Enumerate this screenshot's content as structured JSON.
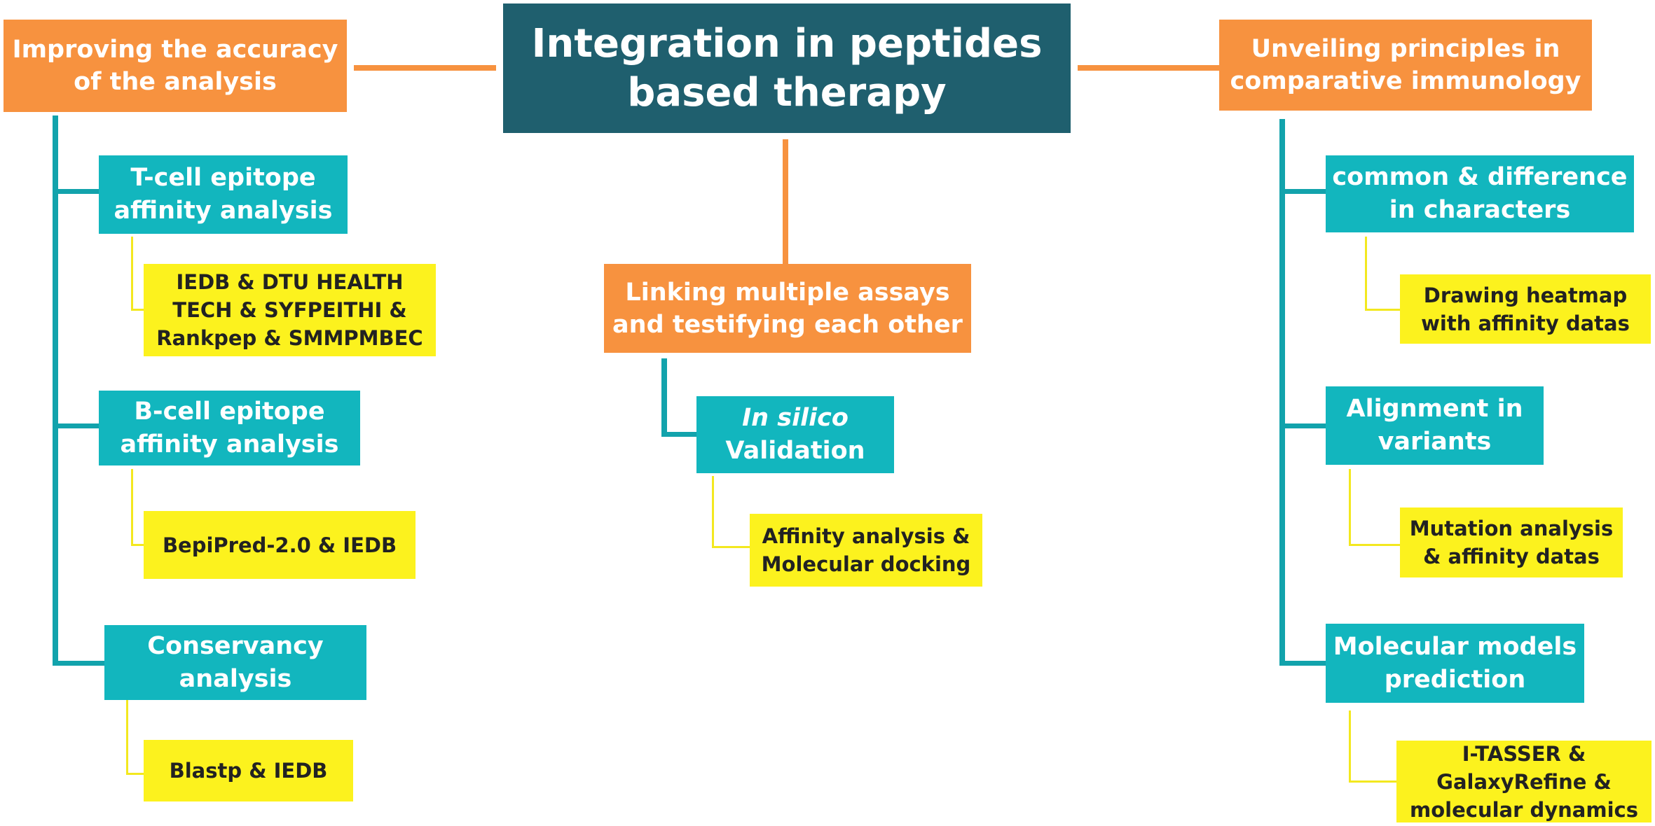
{
  "colors": {
    "title_bg": "#1F5F6E",
    "orange": "#F7923F",
    "teal": "#12B6BE",
    "yellow": "#FCF21E"
  },
  "title": {
    "line1": "Integration in peptides",
    "line2": "based therapy"
  },
  "left": {
    "header": {
      "line1": "Improving the accuracy",
      "line2": "of the analysis"
    },
    "items": [
      {
        "label": {
          "line1": "T-cell epitope",
          "line2": "affinity analysis"
        },
        "tools": {
          "line1": "IEDB & DTU HEALTH",
          "line2": "TECH & SYFPEITHI &",
          "line3": "Rankpep & SMMPMBEC"
        }
      },
      {
        "label": {
          "line1": "B-cell epitope",
          "line2": "affinity analysis"
        },
        "tools": {
          "line1": "BepiPred-2.0 & IEDB"
        }
      },
      {
        "label": {
          "line1": "Conservancy",
          "line2": "analysis"
        },
        "tools": {
          "line1": "Blastp & IEDB"
        }
      }
    ]
  },
  "center": {
    "header": {
      "line1": "Linking multiple assays",
      "line2": "and testifying each other"
    },
    "item": {
      "label": {
        "line1": "In silico",
        "line2": "Validation"
      },
      "tools": {
        "line1": "Affinity analysis &",
        "line2": "Molecular docking"
      }
    }
  },
  "right": {
    "header": {
      "line1": "Unveiling principles in",
      "line2": "comparative immunology"
    },
    "items": [
      {
        "label": {
          "line1": "common & difference",
          "line2": "in characters"
        },
        "tools": {
          "line1": "Drawing heatmap",
          "line2": "with affinity datas"
        }
      },
      {
        "label": {
          "line1": "Alignment in",
          "line2": "variants"
        },
        "tools": {
          "line1": "Mutation analysis",
          "line2": "& affinity datas"
        }
      },
      {
        "label": {
          "line1": "Molecular models",
          "line2": "prediction"
        },
        "tools": {
          "line1": "I-TASSER &",
          "line2": "GalaxyRefine &",
          "line3": "molecular dynamics"
        }
      }
    ]
  }
}
